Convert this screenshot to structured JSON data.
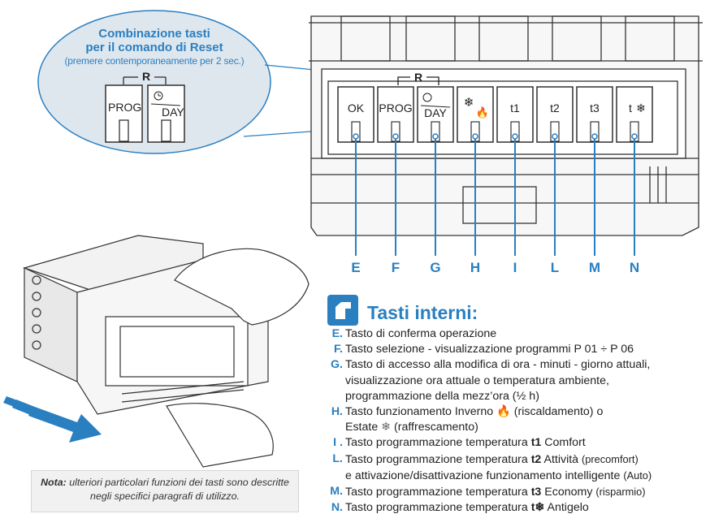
{
  "callout": {
    "title_line1": "Combinazione tasti",
    "title_line2": "per il comando di Reset",
    "subtitle": "(premere contemporaneamente per 2 sec.)",
    "reset_label": "R",
    "keys": [
      "PROG",
      "DAY"
    ]
  },
  "panel": {
    "reset_label": "R",
    "keys": [
      {
        "id": "E",
        "label": "OK"
      },
      {
        "id": "F",
        "label": "PROG"
      },
      {
        "id": "G",
        "label": "DAY",
        "icon": "clock-icon"
      },
      {
        "id": "H",
        "label": "",
        "icon": "snowflake-flame-icon"
      },
      {
        "id": "I",
        "label": "t1"
      },
      {
        "id": "L",
        "label": "t2"
      },
      {
        "id": "M",
        "label": "t3"
      },
      {
        "id": "N",
        "label": "t",
        "icon": "snowflake-icon"
      }
    ]
  },
  "letters": [
    "E",
    "F",
    "G",
    "H",
    "I",
    "L",
    "M",
    "N"
  ],
  "section": {
    "title": "Tasti interni:",
    "icon": "hand-pointer-icon"
  },
  "legend": [
    {
      "key": "E.",
      "lines": [
        "Tasto di conferma operazione"
      ]
    },
    {
      "key": "F.",
      "lines": [
        "Tasto selezione - visualizzazione programmi P 01 ÷ P 06"
      ]
    },
    {
      "key": "G.",
      "lines": [
        "Tasto di accesso alla modifica di ora - minuti - giorno attuali,",
        "visualizzazione ora attuale o temperatura ambiente,",
        "programmazione della mezz’ora (½ h)"
      ]
    },
    {
      "key": "H.",
      "lines": [
        "Tasto funzionamento Inverno",
        "(riscaldamento) o",
        "Estate",
        "(raffrescamento)"
      ]
    },
    {
      "key": "I .",
      "lines": [
        "Tasto programmazione temperatura",
        "t1",
        "Comfort"
      ]
    },
    {
      "key": "L.",
      "lines": [
        "Tasto programmazione temperatura",
        "t2",
        "Attività",
        "(precomfort)",
        "e attivazione/disattivazione funzionamento intelligente",
        "(Auto)"
      ]
    },
    {
      "key": "M.",
      "lines": [
        "Tasto programmazione temperatura",
        "t3",
        "Economy",
        "(risparmio)"
      ]
    },
    {
      "key": "N.",
      "lines": [
        "Tasto programmazione temperatura",
        "t",
        "Antigelo"
      ]
    }
  ],
  "note": {
    "label": "Nota:",
    "text": "ulteriori particolari funzioni dei tasti sono descritte negli specifici paragrafi di utilizzo."
  },
  "colors": {
    "accent": "#2a7fc1",
    "callout_fill": "#dfe7ee",
    "device_line": "#333333"
  }
}
